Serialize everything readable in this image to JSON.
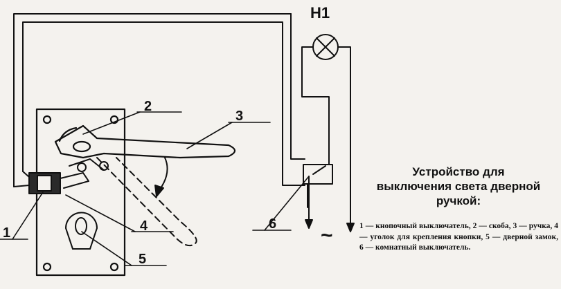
{
  "labels": {
    "lamp": "H1",
    "n1": "1",
    "n2": "2",
    "n3": "3",
    "n4": "4",
    "n5": "5",
    "n6": "6",
    "ac": "~"
  },
  "caption": {
    "title_lines": [
      "Устройство для",
      "выключения света дверной",
      "ручкой:"
    ],
    "body": "1 — кнопочный выключатель, 2 — скоба, 3 — ручка, 4 — уголок для крепления кнопки, 5 — дверной замок, 6 — комнатный выключатель."
  }
}
